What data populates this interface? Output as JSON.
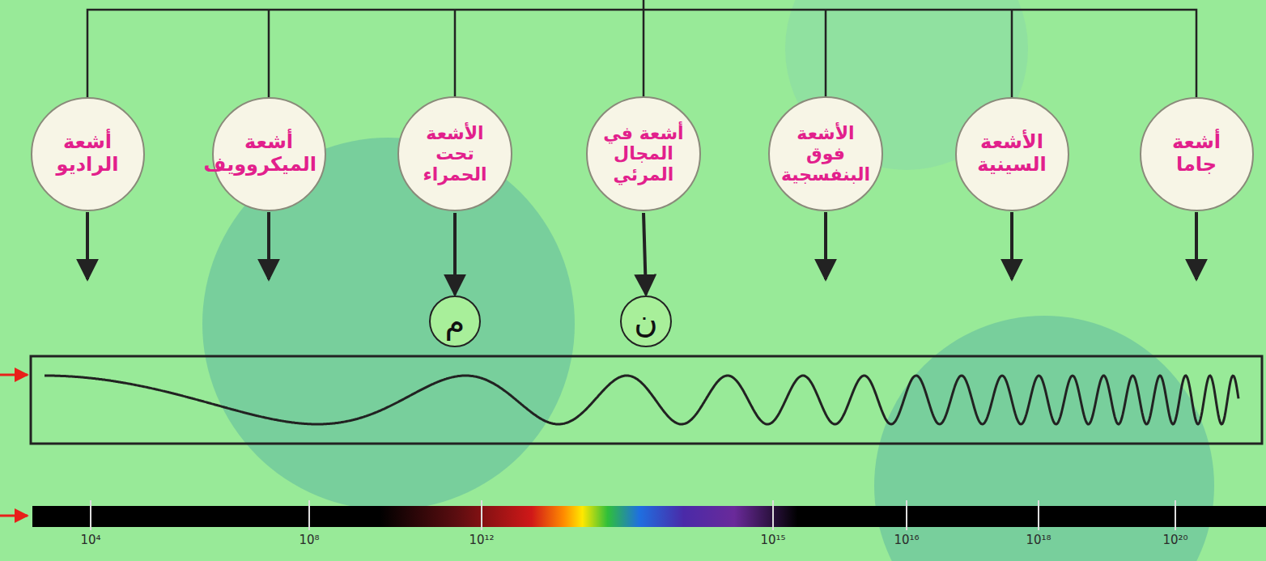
{
  "diagram": {
    "nodes": [
      {
        "text": [
          "أشعة جاما"
        ]
      },
      {
        "text": [
          "الأشعة السينية"
        ]
      },
      {
        "text": [
          "الأشعة فوق البنفسجية"
        ]
      },
      {
        "text": [
          "أشعة في المجال المرئي"
        ]
      },
      {
        "text": [
          "الأشعة تحت الحمراء"
        ]
      },
      {
        "text": [
          "أشعة الميكروويف"
        ]
      },
      {
        "text": [
          "أشعة الراديو"
        ]
      },
      {
        "text": [
          "م"
        ]
      },
      {
        "text": [
          "ن"
        ]
      }
    ],
    "edges": [
      {
        "from": 4,
        "to": 7,
        "arrow": "to"
      },
      {
        "from": 3,
        "to": 8,
        "arrow": "to"
      }
    ],
    "labels": [
      "10⁴",
      "10⁸",
      "10¹²",
      "10¹⁵",
      "10¹⁶",
      "10¹⁸",
      "10²⁰"
    ]
  }
}
